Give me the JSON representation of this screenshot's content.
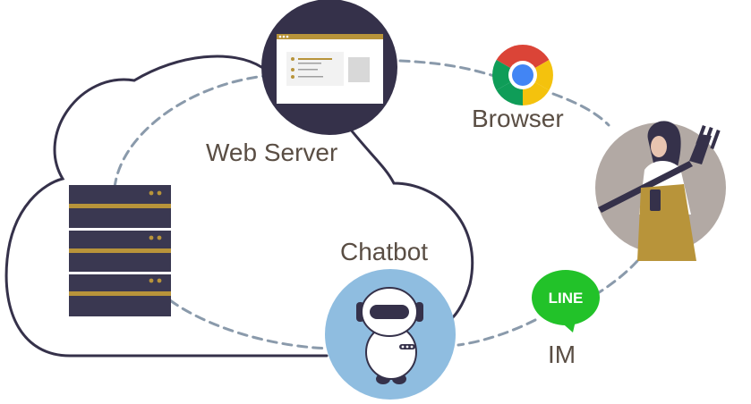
{
  "labels": {
    "web_server": "Web Server",
    "chatbot": "Chatbot",
    "browser": "Browser",
    "im": "IM",
    "line_logo": "LINE"
  },
  "colors": {
    "cloud_stroke": "#35314a",
    "dashed_link": "#8a9aab",
    "server_rack": "#3a3851",
    "rack_accent": "#b8943a",
    "web_server_circle": "#35314a",
    "chatbot_circle": "#8fbde0",
    "user_circle": "#b2a9a4",
    "line_green": "#22c229",
    "label_text": "#5a4e44"
  },
  "icons": {
    "browser": "chrome-icon",
    "im": "line-app-icon",
    "user": "user-avatar-icon",
    "server": "server-rack-icon",
    "bot": "robot-icon",
    "web": "webpage-icon"
  }
}
